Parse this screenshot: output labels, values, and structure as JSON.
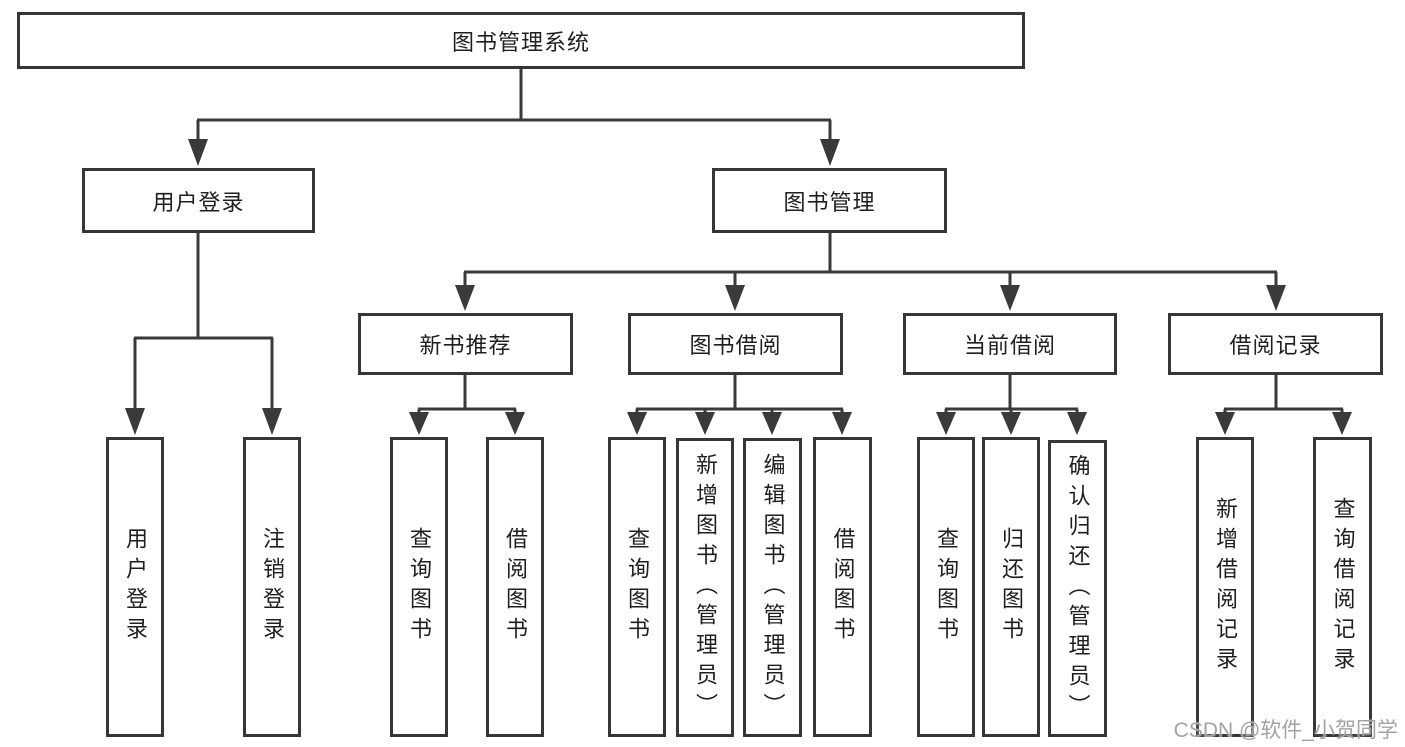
{
  "nodes": {
    "root": "图书管理系统",
    "user_login": "用户登录",
    "book_management": "图书管理",
    "new_book_recommend": "新书推荐",
    "book_borrowing": "图书借阅",
    "current_borrowing": "当前借阅",
    "borrowing_records": "借阅记录",
    "leaf_user_login": "用户登录",
    "leaf_logout": "注销登录",
    "leaf_query_books_recommend": "查询图书",
    "leaf_borrow_books_recommend": "借阅图书",
    "leaf_query_books_borrowing": "查询图书",
    "leaf_add_books_admin": "新增图书（管理员）",
    "leaf_edit_books_admin": "编辑图书（管理员）",
    "leaf_borrow_books_borrowing": "借阅图书",
    "leaf_query_books_current": "查询图书",
    "leaf_return_books": "归还图书",
    "leaf_confirm_return_admin": "确认归还（管理员）",
    "leaf_add_borrow_record": "新增借阅记录",
    "leaf_query_borrow_record": "查询借阅记录"
  },
  "watermark": "CSDN @软件_小贺同学",
  "colors": {
    "line": "#3a3a3a",
    "box_border": "#363636",
    "text": "#1f1f1f",
    "watermark": "#a3a3a3",
    "background": "#ffffff"
  }
}
